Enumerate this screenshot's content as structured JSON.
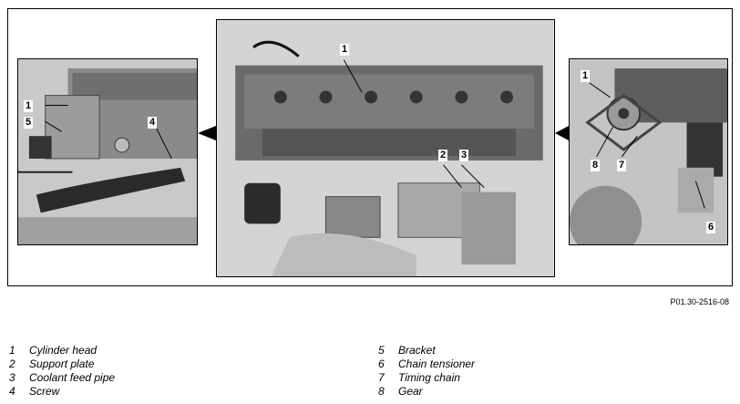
{
  "figure_code": "P01.30-2516-08",
  "legend": [
    {
      "num": "1",
      "label": "Cylinder head"
    },
    {
      "num": "2",
      "label": "Support plate"
    },
    {
      "num": "3",
      "label": "Coolant feed pipe"
    },
    {
      "num": "4",
      "label": "Screw"
    },
    {
      "num": "5",
      "label": "Bracket"
    },
    {
      "num": "6",
      "label": "Chain tensioner"
    },
    {
      "num": "7",
      "label": "Timing chain"
    },
    {
      "num": "8",
      "label": "Gear"
    }
  ],
  "callouts": {
    "left": [
      "1",
      "5",
      "4"
    ],
    "main": [
      "1",
      "2",
      "3"
    ],
    "right": [
      "1",
      "8",
      "7",
      "6"
    ]
  }
}
